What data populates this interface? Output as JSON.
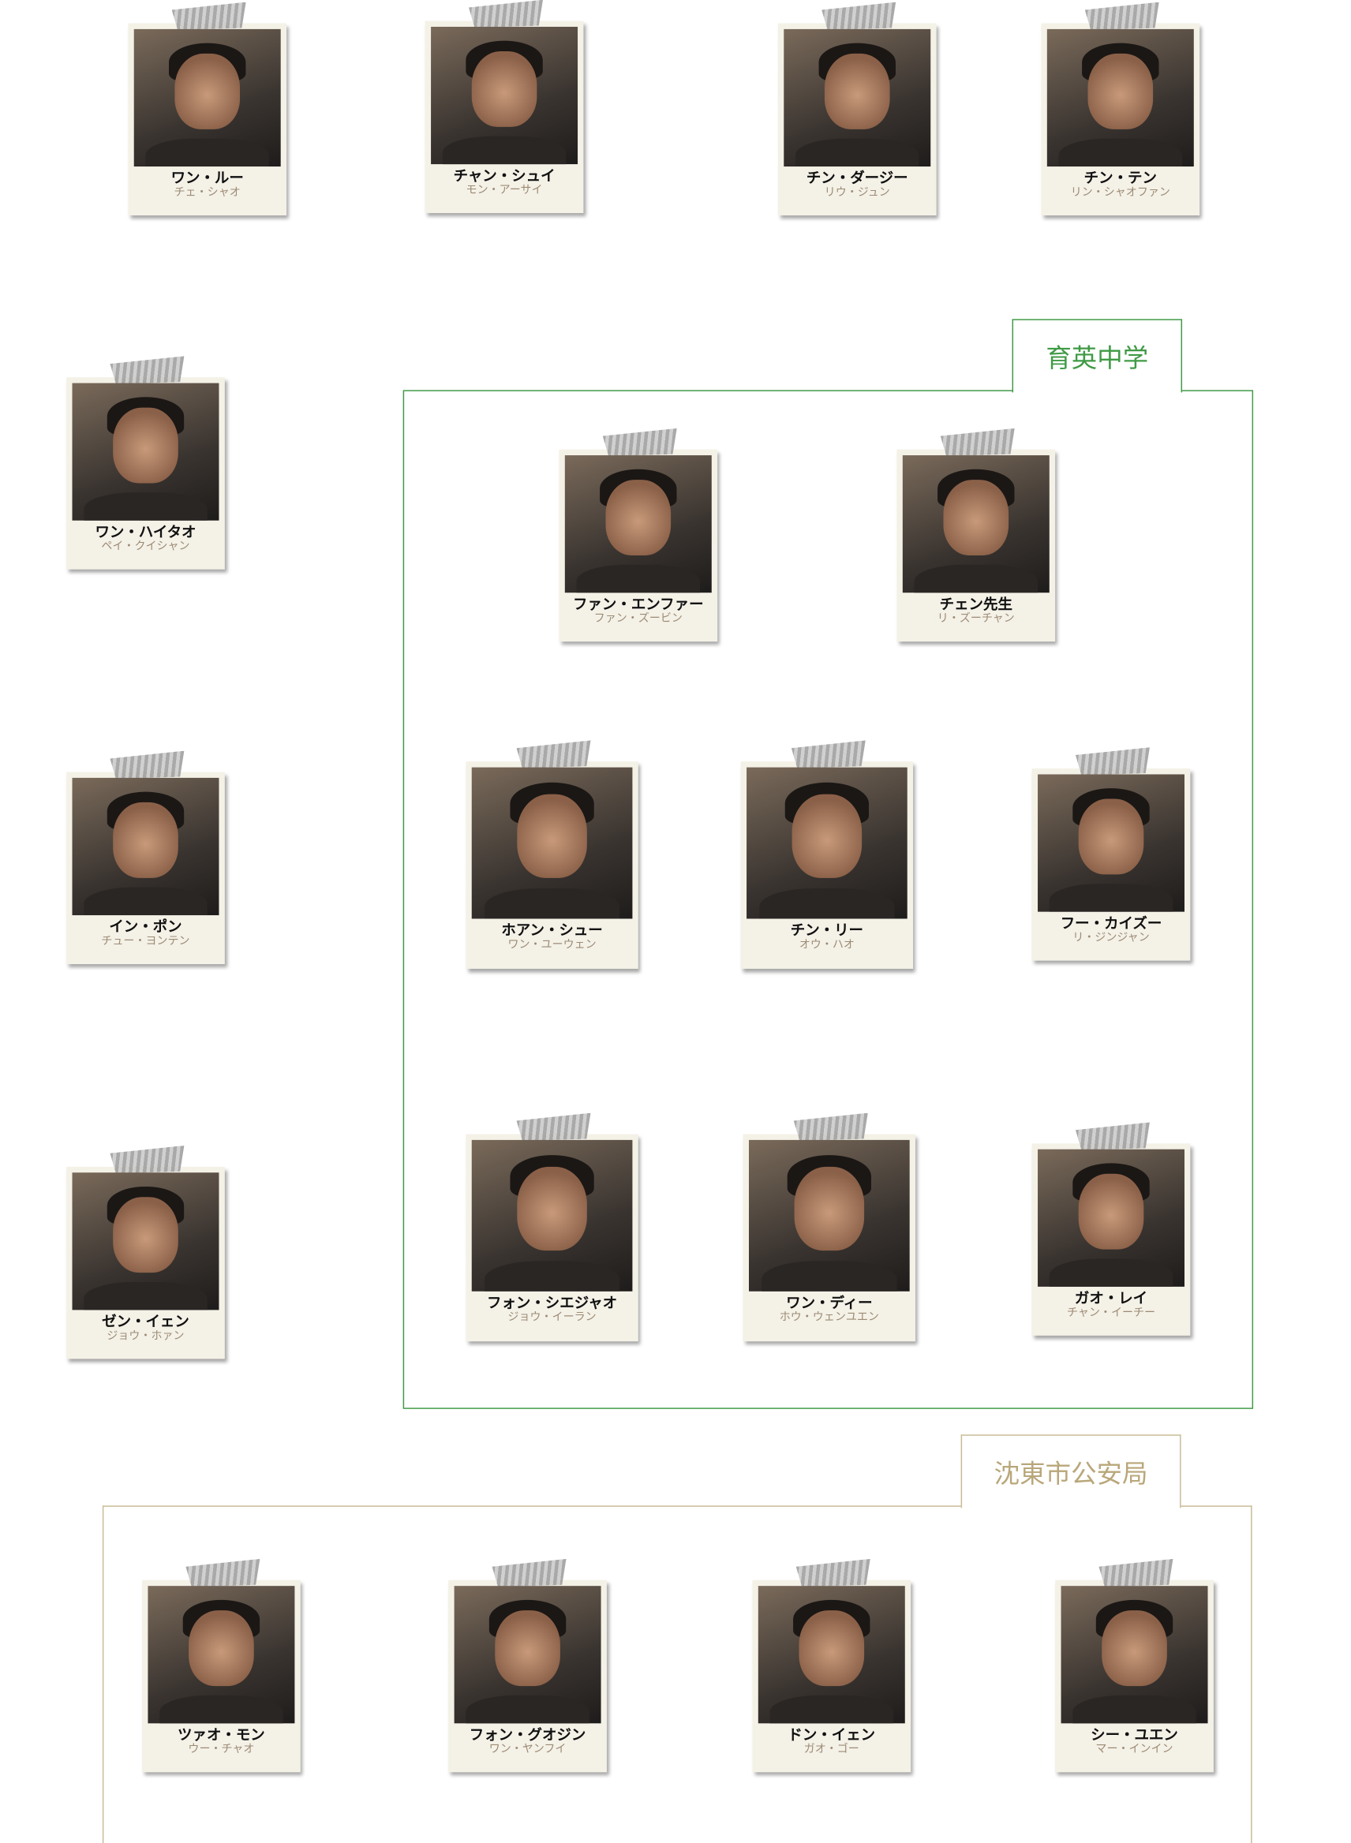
{
  "groups": {
    "school": {
      "label": "育英中学",
      "color": "#3f9a45"
    },
    "police": {
      "label": "沈東市公安局",
      "color": "#b9a77a"
    }
  },
  "cards": [
    {
      "name": "ワン・ルー",
      "actor": "チェ・シャオ"
    },
    {
      "name": "チャン・シュイ",
      "actor": "モン・アーサイ"
    },
    {
      "name": "チン・ダージー",
      "actor": "リウ・ジュン"
    },
    {
      "name": "チン・テン",
      "actor": "リン・シャオファン"
    },
    {
      "name": "ワン・ハイタオ",
      "actor": "ペイ・クイシャン"
    },
    {
      "name": "イン・ポン",
      "actor": "チュー・ヨンテン"
    },
    {
      "name": "ゼン・イェン",
      "actor": "ジョウ・ホァン"
    },
    {
      "name": "ファン・エンファー",
      "actor": "ファン・ズービン"
    },
    {
      "name": "チェン先生",
      "actor": "リ・ズーチャン"
    },
    {
      "name": "ホアン・シュー",
      "actor": "ワン・ユーウェン"
    },
    {
      "name": "チン・リー",
      "actor": "オウ・ハオ"
    },
    {
      "name": "フー・カイズー",
      "actor": "リ・ジンジャン"
    },
    {
      "name": "フォン・シエジャオ",
      "actor": "ジョウ・イーラン"
    },
    {
      "name": "ワン・ディー",
      "actor": "ホウ・ウェンユエン"
    },
    {
      "name": "ガオ・レイ",
      "actor": "チャン・イーチー"
    },
    {
      "name": "ツァオ・モン",
      "actor": "ウー・チャオ"
    },
    {
      "name": "フォン・グオジン",
      "actor": "ワン・ヤンフイ"
    },
    {
      "name": "ドン・イェン",
      "actor": "ガオ・ゴー"
    },
    {
      "name": "シー・ユエン",
      "actor": "マー・インイン"
    }
  ]
}
